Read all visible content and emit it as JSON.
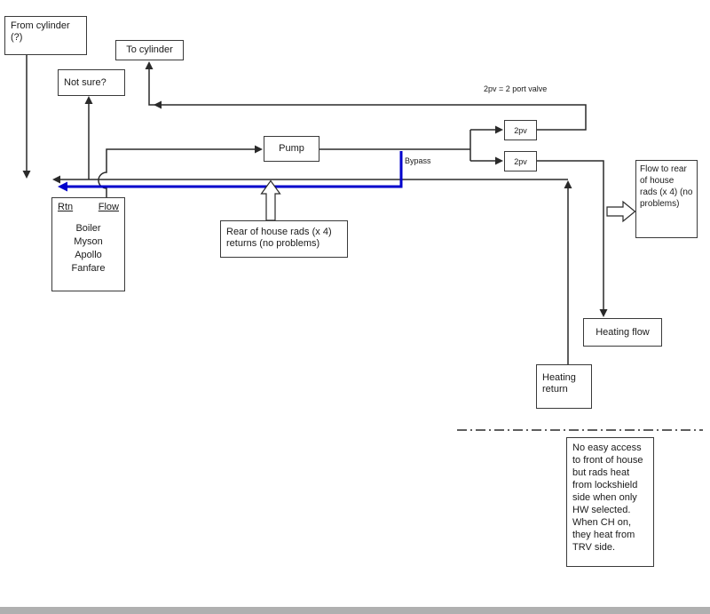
{
  "page": {
    "background": "#ffffff",
    "line_color": "#2a2a2a",
    "bypass_color": "#0000cc"
  },
  "labels": {
    "legend_2pv": "2pv = 2 port valve",
    "bypass": "Bypass"
  },
  "boxes": {
    "from_cylinder": "From cylinder (?)",
    "to_cylinder": "To cylinder",
    "not_sure": "Not sure?",
    "pump": "Pump",
    "valve_top": "2pv",
    "valve_bottom": "2pv",
    "flow_to_rear": "Flow to rear of house rads (x 4) (no problems)",
    "rear_returns": "Rear of house rads (x 4) returns (no problems)",
    "heating_flow": "Heating flow",
    "heating_return": "Heating return",
    "note": "No easy access to front of house but rads heat from lockshield side when only HW selected. When CH on, they heat from TRV side."
  },
  "boiler": {
    "rtn_label": "Rtn",
    "flow_label": "Flow",
    "lines": [
      "Boiler",
      "Myson",
      "Apollo",
      "Fanfare"
    ]
  }
}
